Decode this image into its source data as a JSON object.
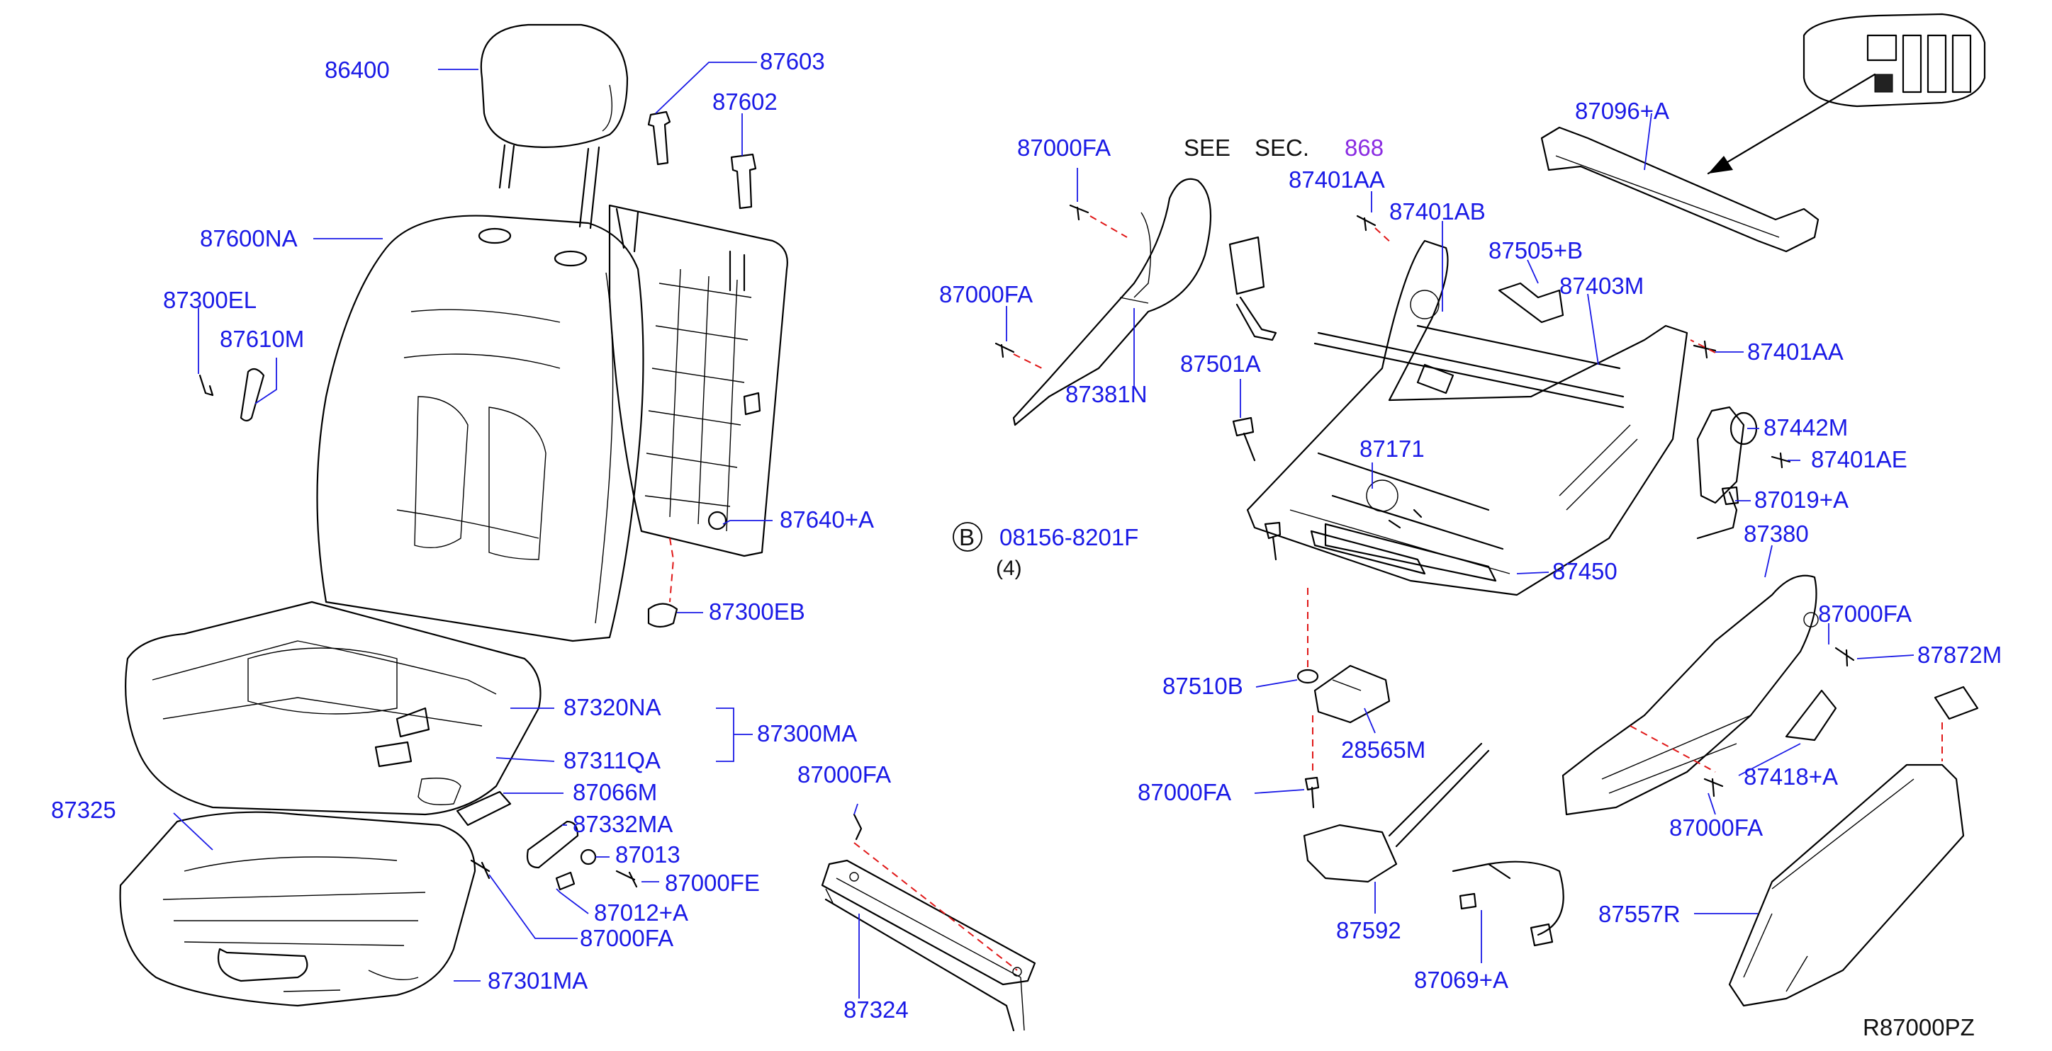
{
  "colors": {
    "label": "#1a1ae6",
    "reference_label": "#8a2be2",
    "leader": "#1a1ae6",
    "dashed_link": "#e01818",
    "outline": "#000000"
  },
  "see_sec": {
    "see": "SEE",
    "sec": "SEC.",
    "number": "868"
  },
  "bolt_ref": {
    "symbol": "B",
    "part": "08156-8201F",
    "qty": "(4)"
  },
  "diagram_code": "R87000PZ",
  "labels": {
    "p86400": "86400",
    "p87603": "87603",
    "p87602": "87602",
    "p87600NA": "87600NA",
    "p87300EL": "87300EL",
    "p87610M": "87610M",
    "p87640A": "87640+A",
    "p87300EB": "87300EB",
    "p87320NA": "87320NA",
    "p87300MA": "87300MA",
    "p87311QA": "87311QA",
    "p87066M": "87066M",
    "p87332MA": "87332MA",
    "p87013": "87013",
    "p87000FE": "87000FE",
    "p87012A": "87012+A",
    "p87000FA_bl": "87000FA",
    "p87325": "87325",
    "p87301MA": "87301MA",
    "p87000FA_rail": "87000FA",
    "p87324": "87324",
    "p87000FA_t1": "87000FA",
    "p87000FA_t2": "87000FA",
    "p87381N": "87381N",
    "p87401AA_top": "87401AA",
    "p87401AB": "87401AB",
    "p87505B": "87505+B",
    "p87403M": "87403M",
    "p87096A": "87096+A",
    "p87401AA_right": "87401AA",
    "p87501A": "87501A",
    "p87171": "87171",
    "p87442M": "87442M",
    "p87401AE": "87401AE",
    "p87019A": "87019+A",
    "p87380": "87380",
    "p87450": "87450",
    "p87000FA_r1": "87000FA",
    "p87872M": "87872M",
    "p87510B": "87510B",
    "p28565M": "28565M",
    "p87000FA_mid": "87000FA",
    "p87418A": "87418+A",
    "p87000FA_r2": "87000FA",
    "p87592": "87592",
    "p87069A": "87069+A",
    "p87557R": "87557R"
  }
}
